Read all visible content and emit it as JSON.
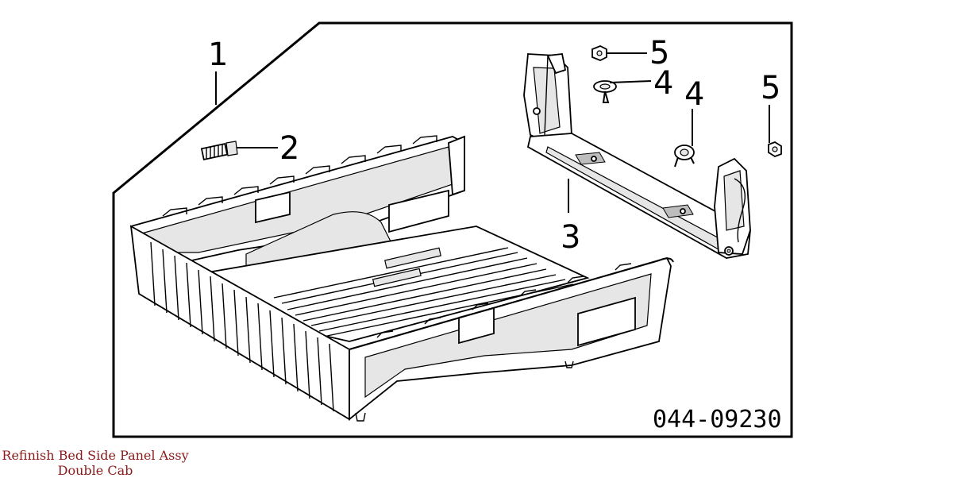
{
  "diagram": {
    "callouts": {
      "c1": "1",
      "c2": "2",
      "c3": "3",
      "c4a": "4",
      "c4b": "4",
      "c5a": "5",
      "c5b": "5"
    },
    "code": "044-09230"
  },
  "caption": {
    "line1": "Refinish Bed Side Panel Assy",
    "line2": "Double Cab"
  },
  "colors": {
    "caption": "#8b1a1a",
    "frame": "#000000"
  }
}
